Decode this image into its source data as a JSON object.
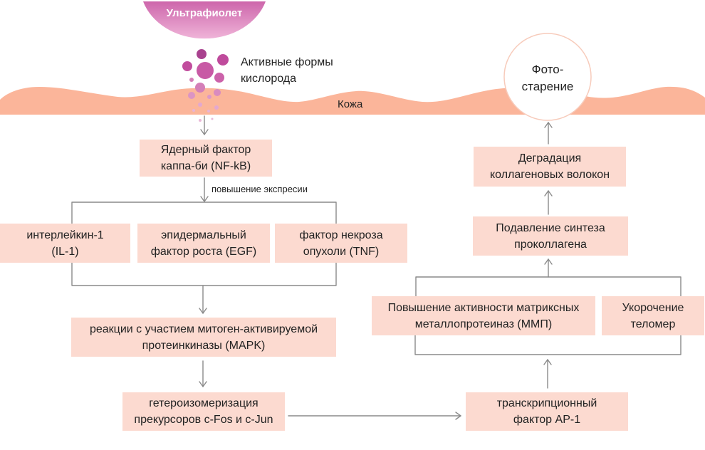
{
  "uv_label": "Ультрафиолет",
  "ros_label": [
    "Активные формы",
    "кислорода"
  ],
  "skin_label": "Кожа",
  "photoaging": [
    "Фото-",
    "старение"
  ],
  "connector_label": "повышение экспресии",
  "boxes": {
    "nfkb": [
      "Ядерный фактор",
      "каппа-би (NF-kB)"
    ],
    "il1": [
      "интерлейкин-1",
      "(IL-1)"
    ],
    "egf": [
      "эпидермальный",
      "фактор роста (EGF)"
    ],
    "tnf": [
      "фактор некроза",
      "опухоли (TNF)"
    ],
    "mapk": [
      "реакции с участием митоген-активируемой",
      "протеинкиназы (MAPK)"
    ],
    "heteroisomerization": [
      "гетероизомеризация",
      "прекурсоров c-Fos и c-Jun"
    ],
    "ap1": [
      "транскрипционный",
      "фактор AP-1"
    ],
    "mmp": [
      "Повышение активности матриксных",
      "металлопротеиназ (ММП)"
    ],
    "telomere": [
      "Укорочение",
      "теломер"
    ],
    "procollagen": [
      "Подавление синтеза",
      "проколлагена"
    ],
    "collagen_degradation": [
      "Деградация",
      "коллагеновых волокон"
    ]
  },
  "colors": {
    "box_fill": "#fcdad0",
    "skin": "#fbb59a",
    "connector": "#8a8a8a",
    "text": "#222222",
    "circle_stroke": "#f7cbbb",
    "uv_top": "#cd66ab",
    "uv_bottom": "#efb3d8",
    "ros_dark": "#a9428f",
    "ros_light": "#eab8d8"
  }
}
